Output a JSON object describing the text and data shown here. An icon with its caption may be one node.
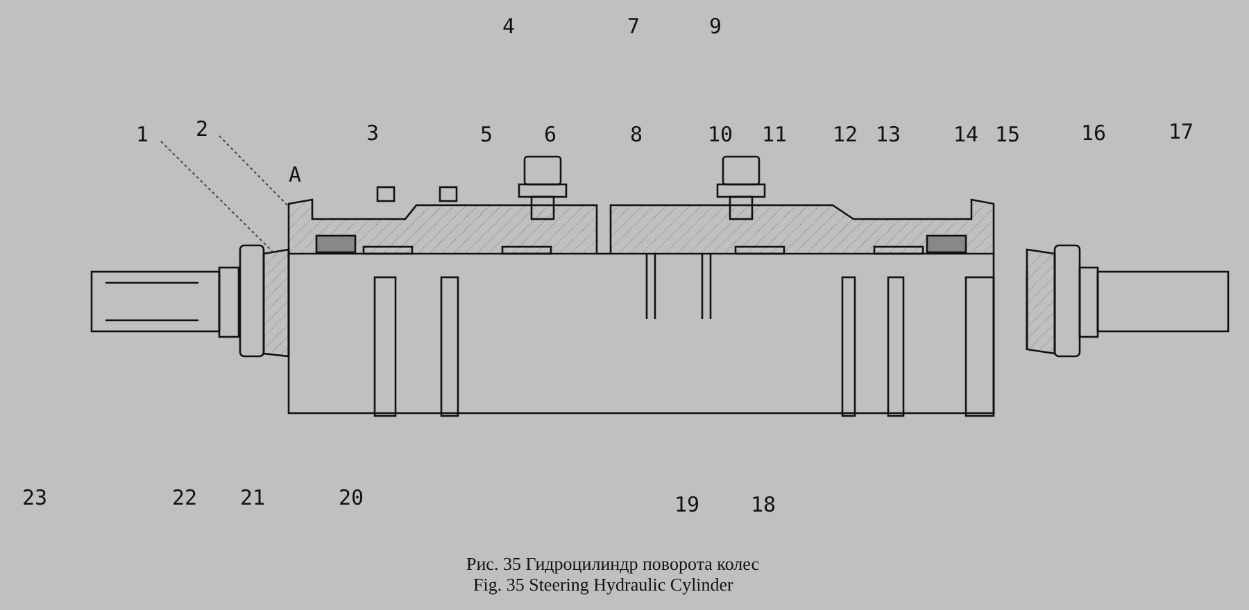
{
  "diagram": {
    "caption": "Рис. 35 Гидроцилиндр поворота колес",
    "nodes": [
      {
        "text": [
          "1"
        ]
      },
      {
        "text": [
          "2"
        ]
      }
    ],
    "edges": [
      {
        "from": 0,
        "to": null,
        "arrow": "none"
      },
      {
        "from": 1,
        "to": null,
        "arrow": "none"
      }
    ],
    "labels": [
      "4",
      "7",
      "9",
      "3",
      "5",
      "6",
      "8",
      "10",
      "11",
      "12",
      "13",
      "14",
      "15",
      "16",
      "17",
      "A",
      "23",
      "22",
      "21",
      "20",
      "19",
      "18",
      "Fig. 35 Steering Hydraulic Cylinder"
    ]
  }
}
